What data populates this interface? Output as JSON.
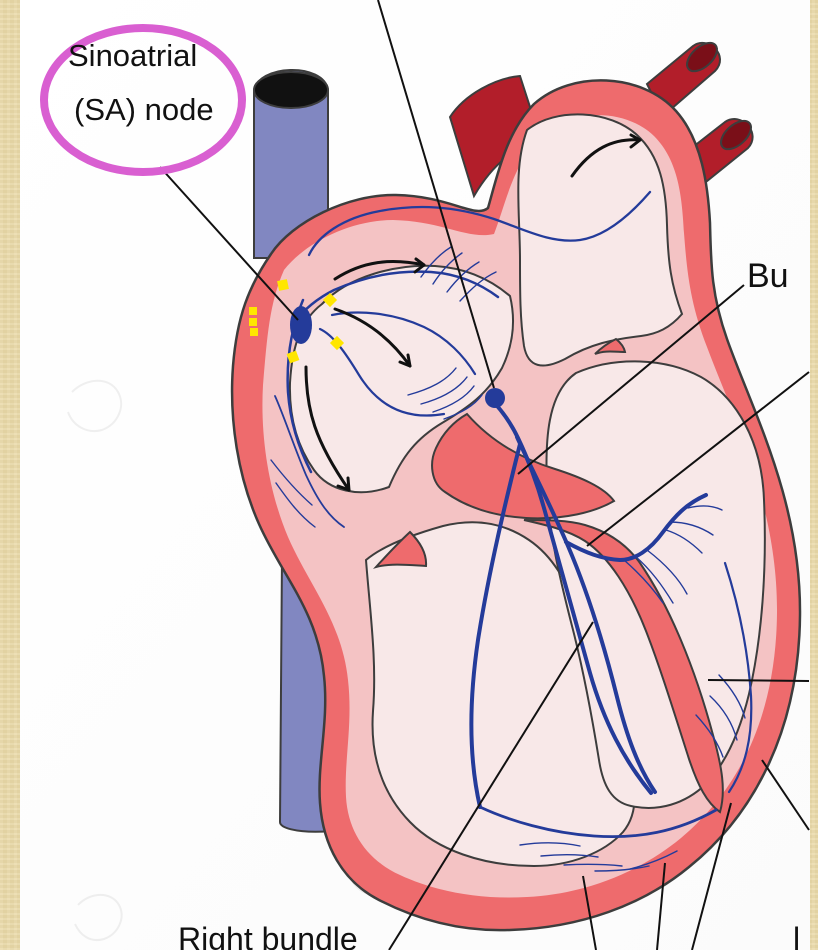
{
  "labels": {
    "sa_node_line1": "Sinoatrial",
    "sa_node_line2": "(SA) node",
    "bundle_partial": "Bu",
    "bottom_left_partial": "Right bundle",
    "bottom_right_partial": "l"
  },
  "colors": {
    "background": "#ead9a8",
    "panel": "#ffffff",
    "heart_wall": "#ee6b6d",
    "heart_inner": "#f6c6c6",
    "heart_fill": "#f7e7e7",
    "vessel_blue": "#7f86bf",
    "conduction": "#243b9a",
    "outline": "#bb222b",
    "highlight_ring": "#d95fd1",
    "spark": "#ffe600"
  },
  "icons": {
    "heart": "heart-diagram-icon"
  }
}
